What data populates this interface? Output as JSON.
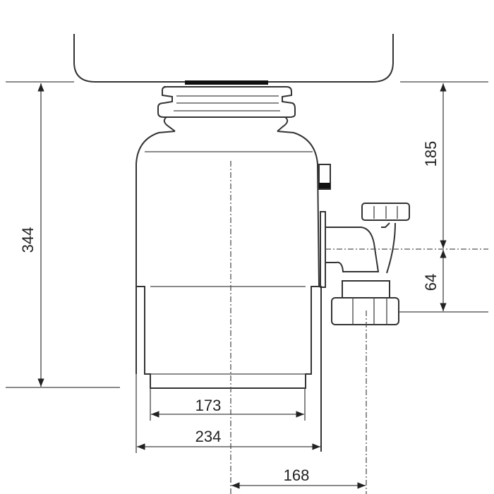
{
  "diagram": {
    "dimensions": {
      "total_height": "344",
      "inlet_to_outlet": "185",
      "outlet_drop": "64",
      "base_width": "173",
      "body_width": "234",
      "outlet_offset": "168"
    },
    "colors": {
      "line": "#333333",
      "background": "#ffffff"
    }
  }
}
